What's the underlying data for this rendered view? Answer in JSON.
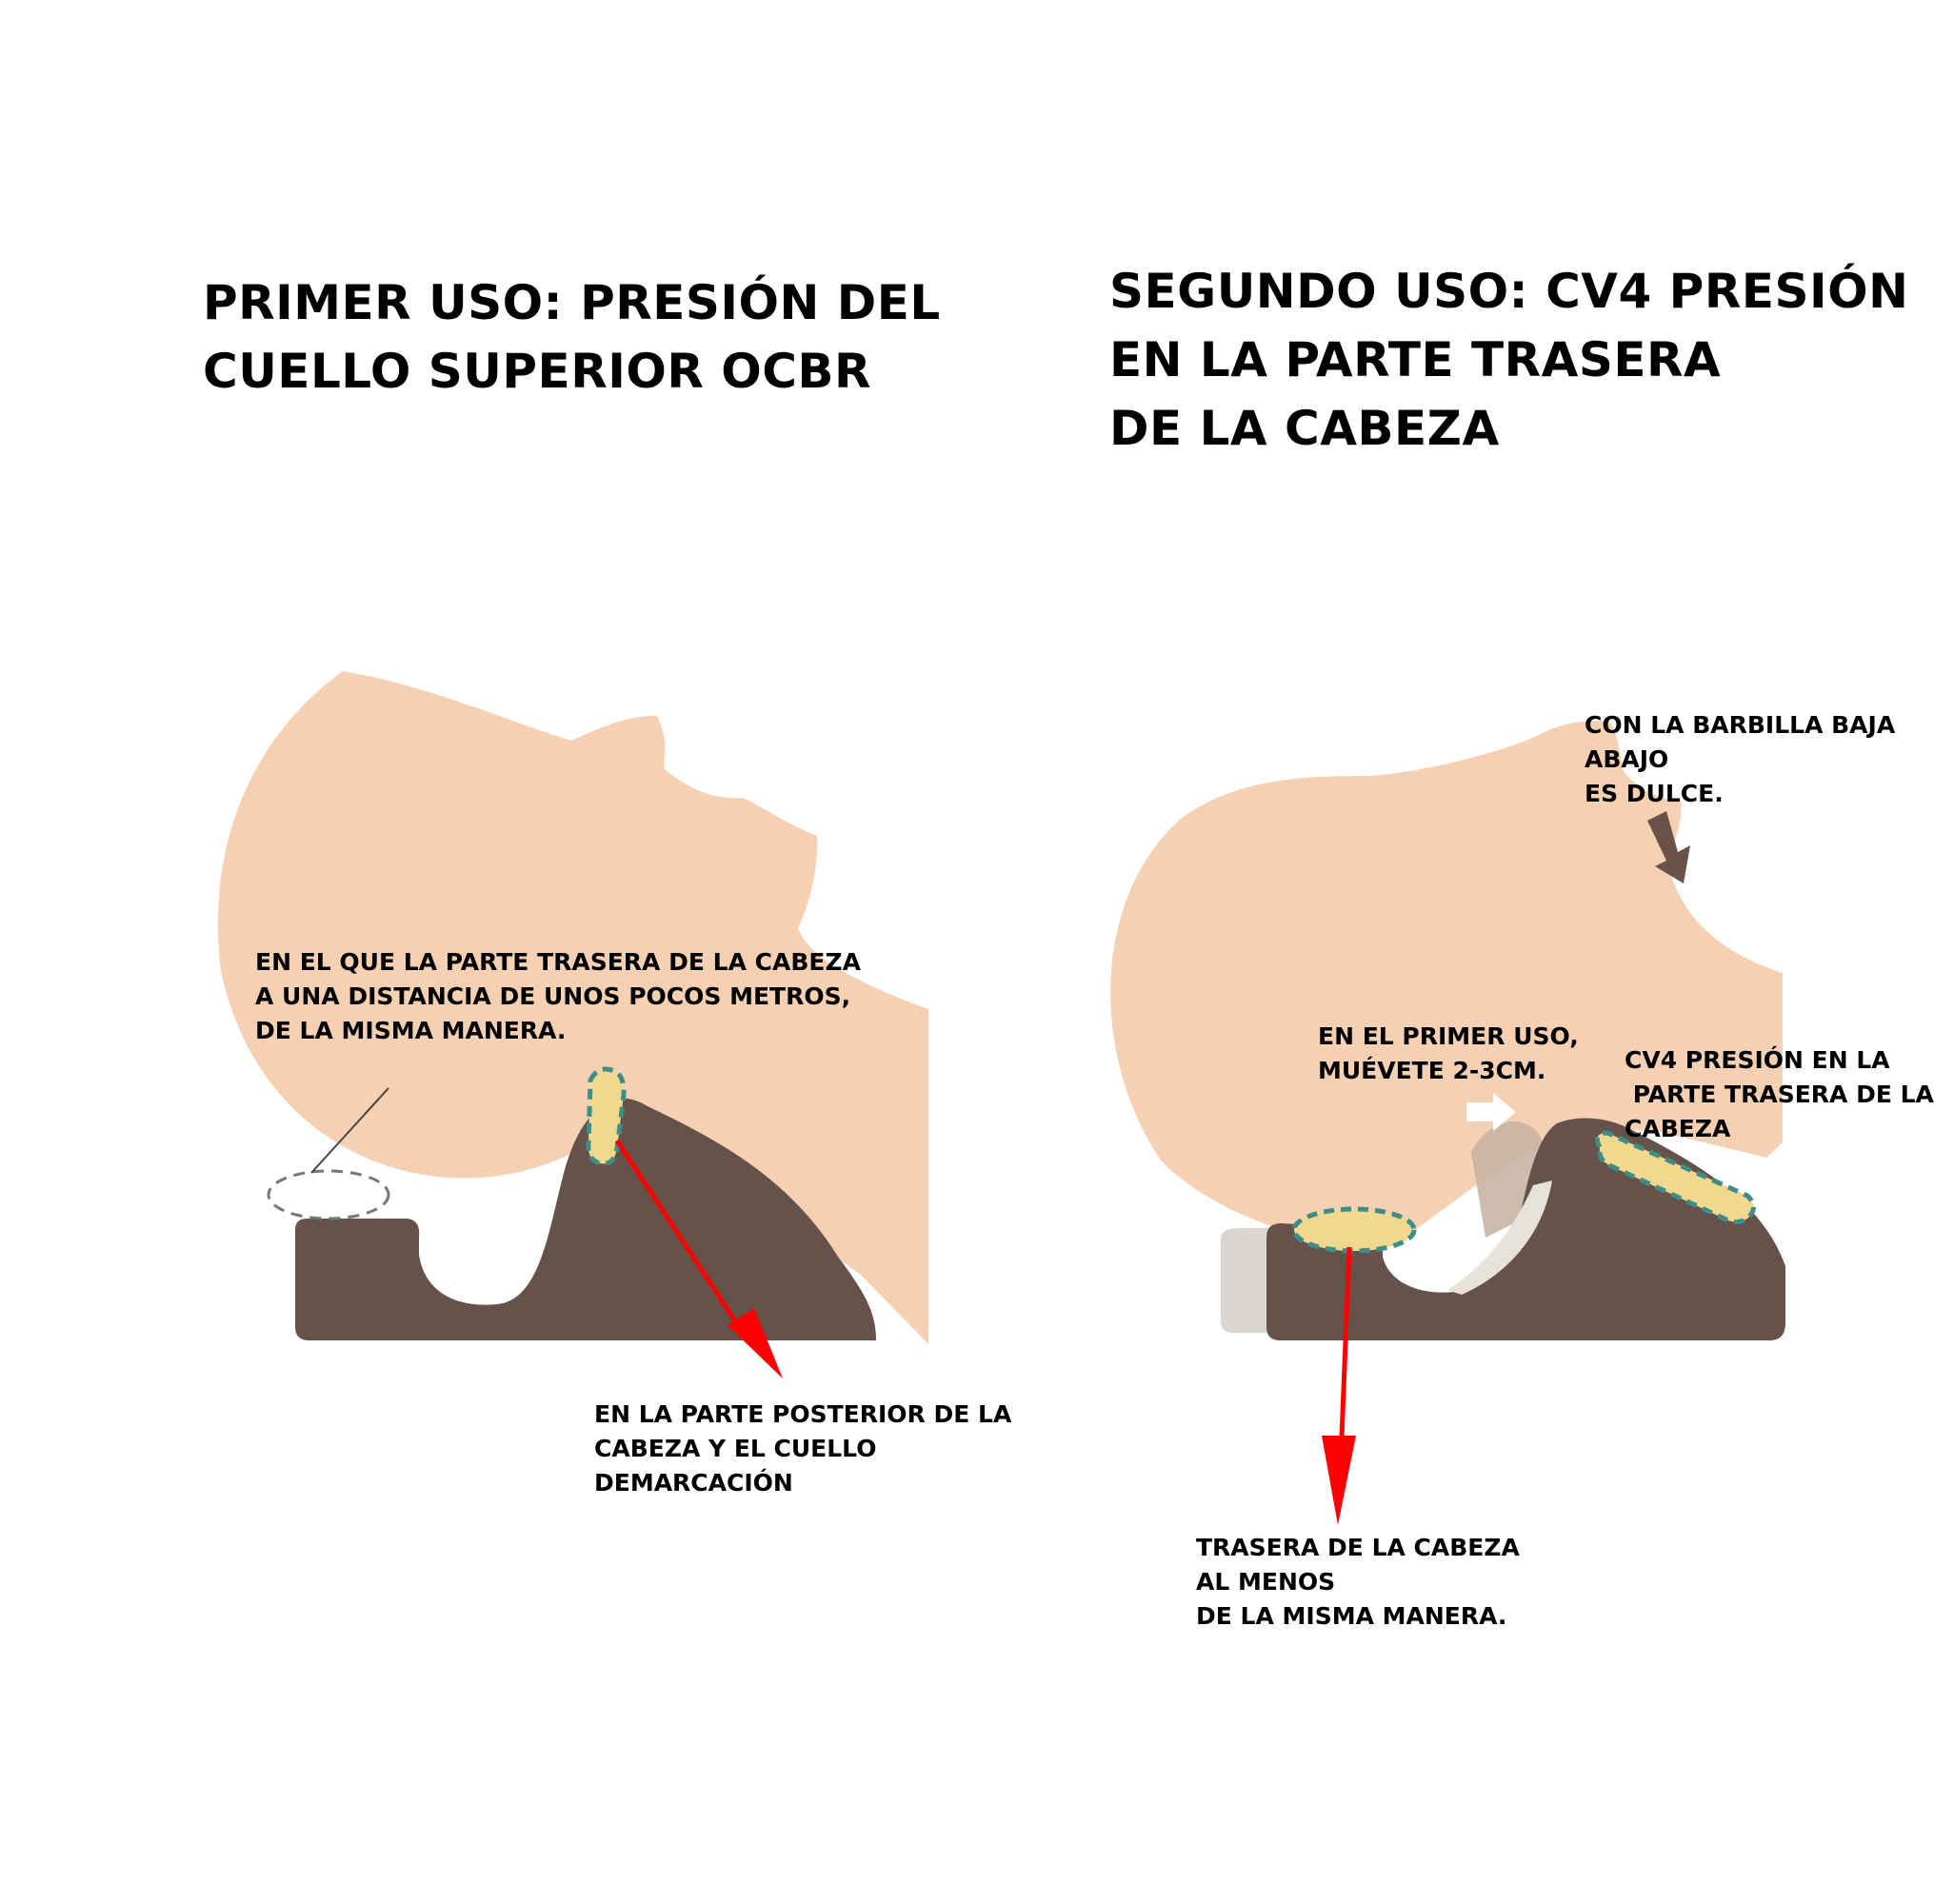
{
  "panel_left": {
    "title_lines": [
      "PRIMER USO: PRESIÓN DEL",
      "CUELLO SUPERIOR OCBR"
    ],
    "note_head": [
      "EN EL QUE LA PARTE TRASERA DE LA CABEZA",
      "A UNA DISTANCIA DE UNOS POCOS METROS,",
      "DE LA MISMA MANERA."
    ],
    "note_bottom": [
      "EN LA PARTE POSTERIOR DE LA",
      "CABEZA Y EL CUELLO",
      "DEMARCACIÓN"
    ]
  },
  "panel_right": {
    "title_lines": [
      "SEGUNDO USO: CV4 PRESIÓN",
      "EN LA PARTE TRASERA",
      "DE LA CABEZA"
    ],
    "note_chin": [
      "CON LA BARBILLA BAJA",
      "ABAJO",
      "ES DULCE."
    ],
    "note_move": [
      "EN EL PRIMER USO,",
      "MUÉVETE 2-3CM."
    ],
    "note_cv4": [
      "CV4 PRESIÓN EN LA",
      " PARTE TRASERA DE LA",
      "CABEZA"
    ],
    "note_bottom": [
      "TRASERA DE LA CABEZA",
      "AL MENOS",
      "DE LA MISMA MANERA."
    ]
  },
  "colors": {
    "skin": "#f5d0b2",
    "pillow": "#65524a",
    "pillow_ghost": "#d9d6d2",
    "pressure_fill": "#f0d88c",
    "pressure_border": "#3f8d88",
    "arrow": "#ff0000",
    "chin_arrow": "#6a5248",
    "move_arrow": "#ffffff"
  }
}
